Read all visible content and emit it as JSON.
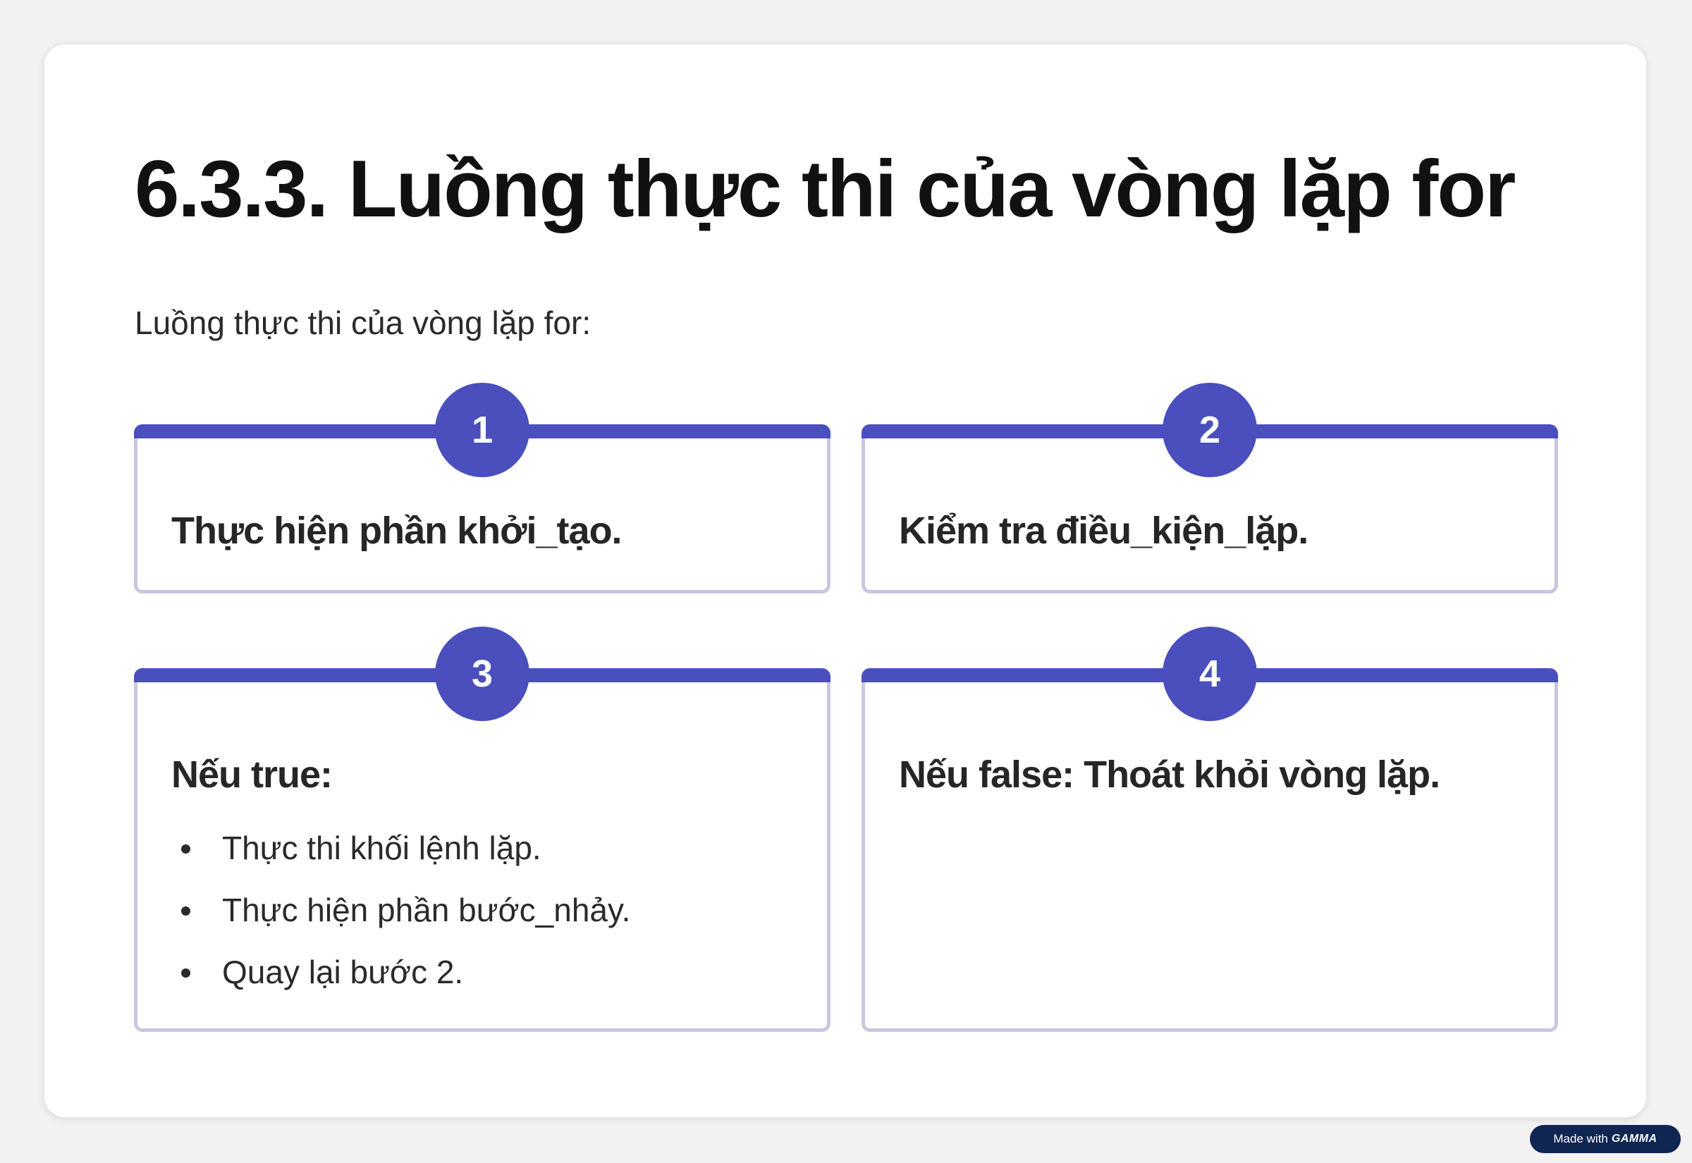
{
  "slide": {
    "title": "6.3.3. Luồng thực thi của vòng lặp for",
    "intro": "Luồng thực thi của vòng lặp for:"
  },
  "cards": [
    {
      "number": "1",
      "heading": "Thực hiện phần khởi_tạo.",
      "bullets": []
    },
    {
      "number": "2",
      "heading": "Kiểm tra điều_kiện_lặp.",
      "bullets": []
    },
    {
      "number": "3",
      "heading": "Nếu true:",
      "bullets": [
        "Thực thi khối lệnh lặp.",
        "Thực hiện phần bước_nhảy.",
        "Quay lại bước 2."
      ]
    },
    {
      "number": "4",
      "heading": "Nếu false: Thoát khỏi vòng lặp.",
      "bullets": []
    }
  ],
  "footer_badge": {
    "prefix": "Made with",
    "brand": "GAMMA"
  },
  "colors": {
    "accent": "#4a4fbd",
    "card_border": "#c9c6e0",
    "badge_bg": "#0f2552",
    "page_bg": "#f3f2f3"
  }
}
